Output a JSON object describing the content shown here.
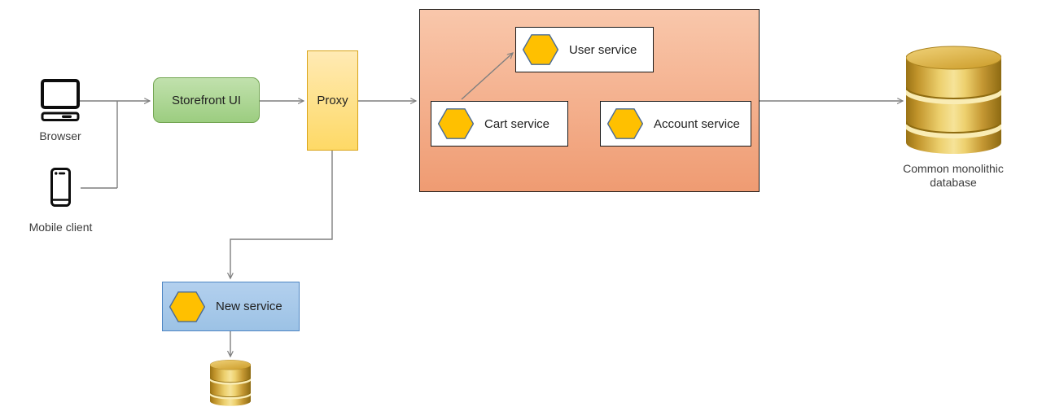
{
  "nodes": {
    "browser": {
      "label": "Browser"
    },
    "mobile_client": {
      "label": "Mobile client"
    },
    "storefront_ui": {
      "label": "Storefront UI"
    },
    "proxy": {
      "label": "Proxy"
    },
    "user_service": {
      "label": "User service"
    },
    "cart_service": {
      "label": "Cart service"
    },
    "account_service": {
      "label": "Account service"
    },
    "new_service": {
      "label": "New service"
    },
    "monolithic_database": {
      "label": "Common monolithic database"
    }
  },
  "icons": {
    "browser": "desktop-computer-icon",
    "mobile_client": "smartphone-icon",
    "service_marker": "hexagon-icon",
    "database": "database-cylinder-icon"
  },
  "edges": [
    {
      "from": "browser",
      "to": "storefront_ui"
    },
    {
      "from": "mobile_client",
      "to": "storefront_ui"
    },
    {
      "from": "storefront_ui",
      "to": "proxy"
    },
    {
      "from": "proxy",
      "to": "monolith_container"
    },
    {
      "from": "cart_service",
      "to": "user_service"
    },
    {
      "from": "monolith_container",
      "to": "monolithic_database"
    },
    {
      "from": "proxy",
      "to": "new_service"
    },
    {
      "from": "new_service",
      "to": "new_service_database"
    }
  ],
  "colors": {
    "storefront_green": "#9ccd80",
    "storefront_border": "#73a552",
    "proxy_gold": "#fed966",
    "proxy_border": "#d9a419",
    "container_salmon": "#f4b18e",
    "container_border": "#191919",
    "new_service_blue": "#9cc2e5",
    "new_service_border": "#4e86c3",
    "hexagon_fill": "#ffc000",
    "hexagon_border": "#4a6b96",
    "database_gold": "#e2b94e",
    "connector_gray": "#7f7f7f",
    "service_box_fill": "#ffffff"
  }
}
